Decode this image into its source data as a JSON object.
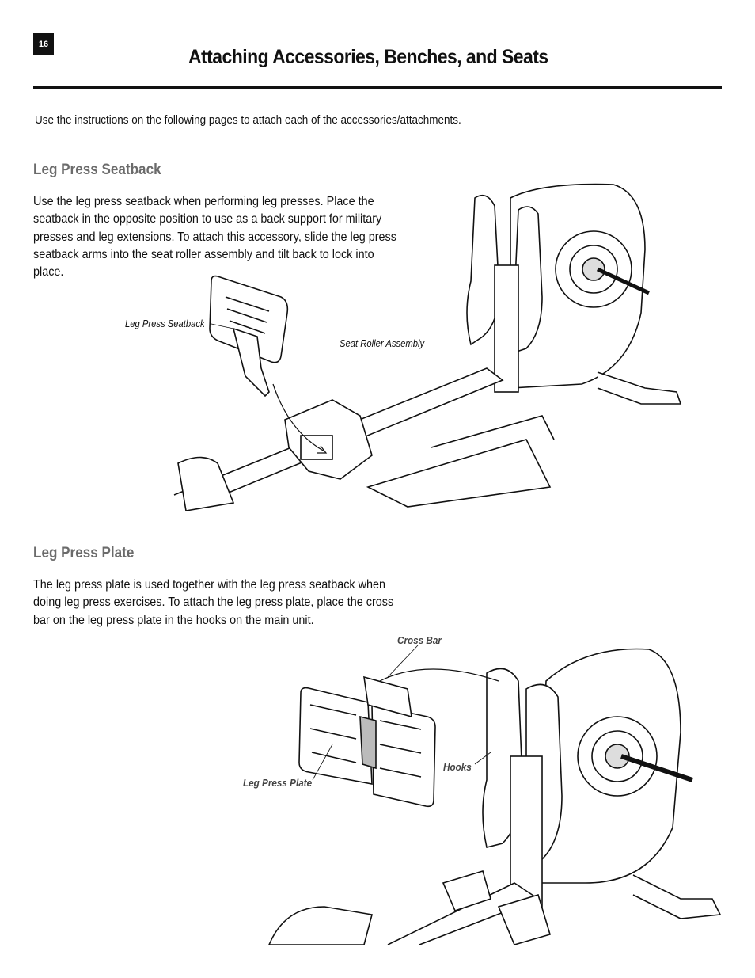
{
  "page_number": "16",
  "title": "Attaching Accessories, Benches, and Seats",
  "intro": "Use the instructions on the following pages to attach each of the accessories/attachments.",
  "sections": [
    {
      "heading": "Leg Press Seatback",
      "lines": [
        "Use the leg press seatback when performing leg presses. Place the",
        "seatback in the opposite position to use as a back support for military",
        "presses and leg extensions. To attach this accessory, slide the leg press",
        "seatback arms into the seat roller assembly and tilt back to lock into",
        "place."
      ],
      "callouts": [
        "Leg Press Seatback",
        "Seat Roller Assembly"
      ]
    },
    {
      "heading": "Leg Press Plate",
      "lines": [
        "The leg press plate is used together with the leg press seatback when",
        "doing leg press exercises. To attach the leg press plate, place the cross",
        "bar on the leg press plate in the hooks on the main unit."
      ],
      "callouts": [
        "Cross Bar",
        "Hooks",
        "Leg Press Plate"
      ]
    }
  ]
}
